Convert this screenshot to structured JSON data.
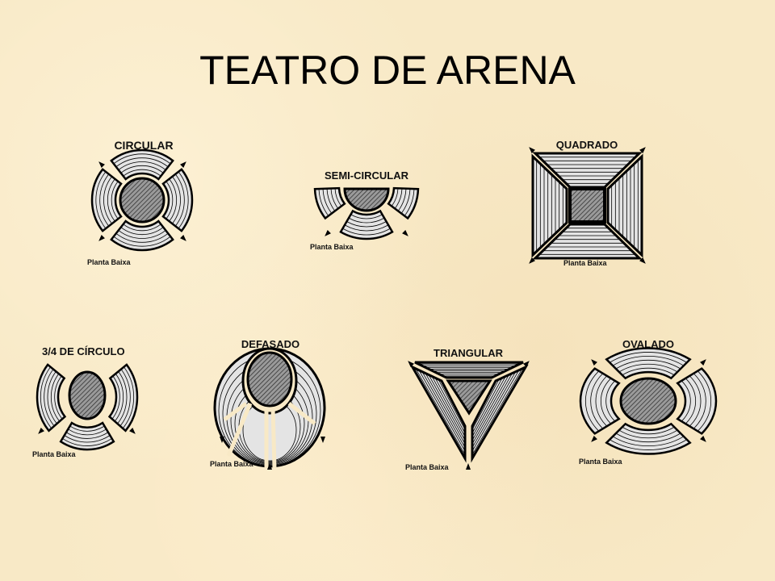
{
  "title": "TEATRO DE ARENA",
  "diagrams": [
    {
      "id": "circular",
      "label": "CIRCULAR",
      "caption": "Planta Baixa"
    },
    {
      "id": "semi-circular",
      "label": "SEMI-CIRCULAR",
      "caption": "Planta Baixa"
    },
    {
      "id": "quadrado",
      "label": "QUADRADO",
      "caption": "Planta Baixa"
    },
    {
      "id": "tres-quartos",
      "label": "3/4 DE CÍRCULO",
      "caption": "Planta Baixa"
    },
    {
      "id": "defasado",
      "label": "DEFASADO",
      "caption": "Planta Baixa"
    },
    {
      "id": "triangular",
      "label": "TRIANGULAR",
      "caption": "Planta Baixa"
    },
    {
      "id": "ovalado",
      "label": "OVALADO",
      "caption": "Planta Baixa"
    }
  ],
  "colors": {
    "background": "#f8e9c6",
    "seating": "#e4e4e4",
    "outline": "#000000",
    "stage": "#777777"
  }
}
